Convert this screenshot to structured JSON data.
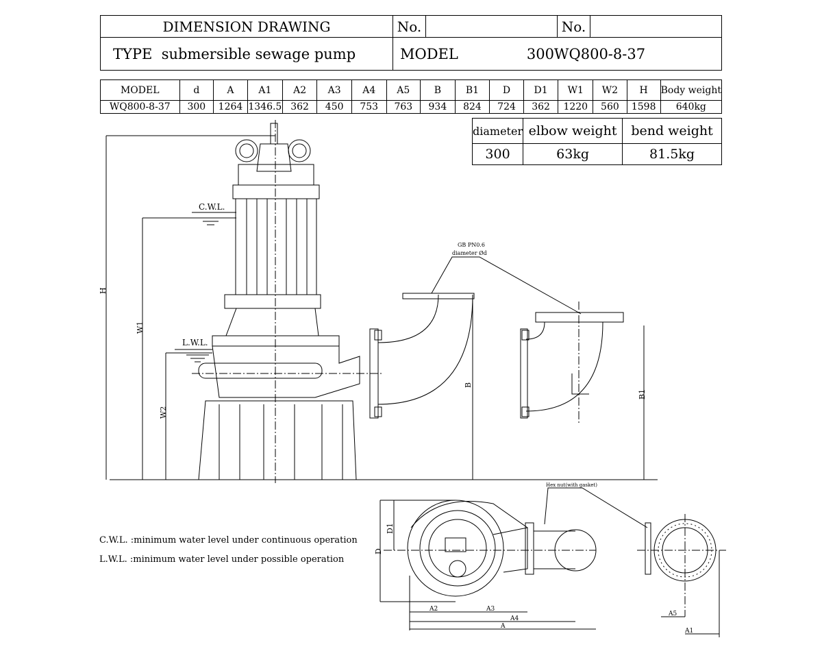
{
  "title_block": {
    "heading": "DIMENSION DRAWING",
    "no_label_1": "No.",
    "no_value_1": "",
    "no_label_2": "No.",
    "no_value_2": "",
    "type_label": "TYPE",
    "type_value": "submersible sewage pump",
    "model_label": "MODEL",
    "model_value": "300WQ800-8-37"
  },
  "param_table": {
    "headers": [
      "MODEL",
      "d",
      "A",
      "A1",
      "A2",
      "A3",
      "A4",
      "A5",
      "B",
      "B1",
      "D",
      "D1",
      "W1",
      "W2",
      "H",
      "Body weight"
    ],
    "values": [
      "WQ800-8-37",
      "300",
      "1264",
      "1346.5",
      "362",
      "450",
      "753",
      "763",
      "934",
      "824",
      "724",
      "362",
      "1220",
      "560",
      "1598",
      "640kg"
    ]
  },
  "weight_table": {
    "headers": [
      "diameter",
      "elbow weight",
      "bend weight"
    ],
    "values": [
      "300",
      "63kg",
      "81.5kg"
    ]
  },
  "drawing": {
    "labels": {
      "cwl": "C.W.L.",
      "lwl": "L.W.L.",
      "H": "H",
      "W1": "W1",
      "W2": "W2",
      "B": "B",
      "B1": "B1",
      "D": "D",
      "D1": "D1",
      "A": "A",
      "A1": "A1",
      "A2": "A2",
      "A3": "A3",
      "A4": "A4",
      "A5": "A5",
      "flange_std": "GB PN0.6",
      "flange_dia": "diameter Ød",
      "hex_nut": "Hex nut(with gasket)"
    }
  },
  "notes": [
    "C.W.L. :minimum water level under continuous operation",
    "L.W.L. :minimum water level under possible operation"
  ]
}
